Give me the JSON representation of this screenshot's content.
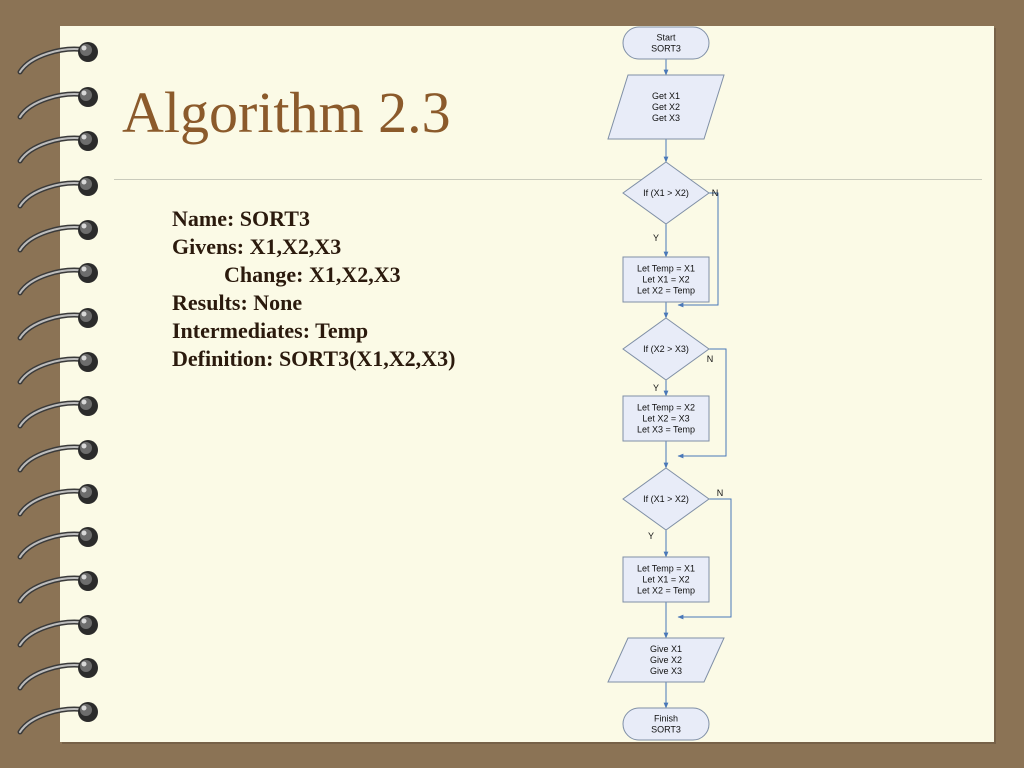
{
  "slide": {
    "title": "Algorithm 2.3",
    "lines": [
      "Name: SORT3",
      "Givens: X1,X2,X3",
      "Change: X1,X2,X3",
      "Results: None",
      "Intermediates: Temp",
      "Definition: SORT3(X1,X2,X3)"
    ]
  },
  "flowchart": {
    "start": [
      "Start",
      "SORT3"
    ],
    "input": [
      "Get X1",
      "Get X2",
      "Get X3"
    ],
    "decisions": [
      "If (X1 > X2)",
      "If (X2 > X3)",
      "If (X1 > X2)"
    ],
    "swaps": [
      [
        "Let Temp = X1",
        "Let X1 = X2",
        "Let X2 = Temp"
      ],
      [
        "Let Temp = X2",
        "Let X2 = X3",
        "Let X3 = Temp"
      ],
      [
        "Let Temp = X1",
        "Let X1 = X2",
        "Let X2 = Temp"
      ]
    ],
    "output": [
      "Give X1",
      "Give X2",
      "Give X3"
    ],
    "finish": [
      "Finish",
      "SORT3"
    ],
    "yes_label": "Y",
    "no_label": "N"
  },
  "colors": {
    "background": "#8b7355",
    "page": "#fbfae6",
    "title": "#8b5a2b",
    "body_text": "#2b1a0d",
    "shape_fill": "#e8ecf8",
    "shape_stroke": "#7f8fa6",
    "connector": "#4a78b8"
  }
}
